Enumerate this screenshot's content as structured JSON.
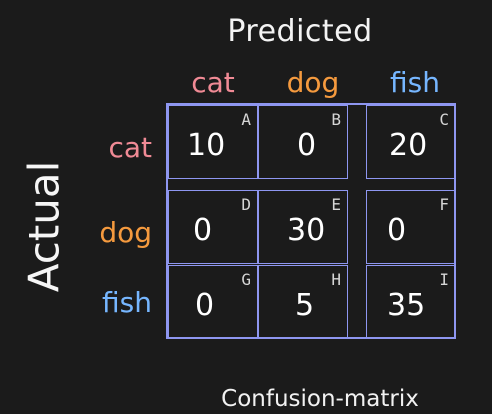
{
  "title": "Predicted",
  "side_label": "Actual",
  "footer": "Confusion-matrix",
  "colors": {
    "cat": "#f08a95",
    "dog": "#f59a3e",
    "fish": "#76b6ff",
    "grid": "#8e96f0"
  },
  "columns": [
    "cat",
    "dog",
    "fish"
  ],
  "rows": [
    "cat",
    "dog",
    "fish"
  ],
  "cells": [
    {
      "letter": "A",
      "value": "10"
    },
    {
      "letter": "B",
      "value": "0"
    },
    {
      "letter": "C",
      "value": "20"
    },
    {
      "letter": "D",
      "value": "0"
    },
    {
      "letter": "E",
      "value": "30"
    },
    {
      "letter": "F",
      "value": "0"
    },
    {
      "letter": "G",
      "value": "0"
    },
    {
      "letter": "H",
      "value": "5"
    },
    {
      "letter": "I",
      "value": "35"
    }
  ]
}
